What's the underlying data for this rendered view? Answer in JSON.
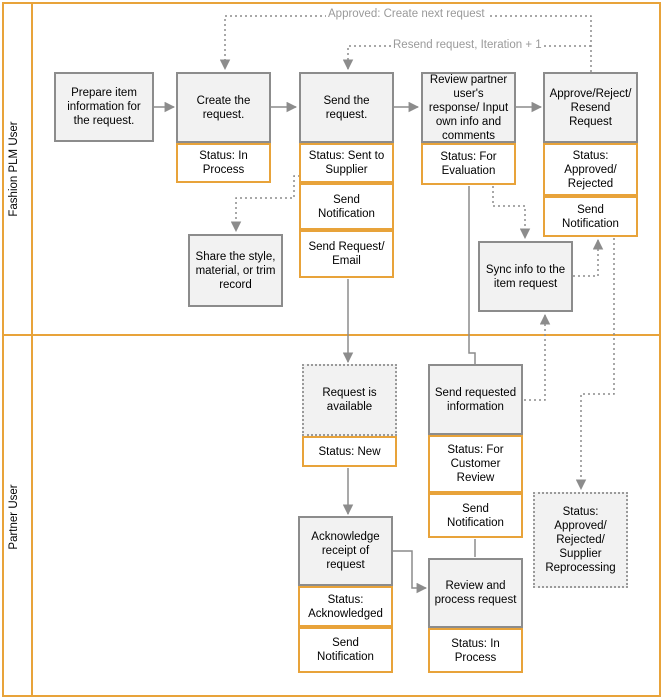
{
  "lanes": {
    "top": "Fashion PLM User",
    "bottom": "Partner User"
  },
  "connectors": {
    "approved": "Approved: Create next request",
    "resend": "Resend request, Iteration + 1"
  },
  "steps": {
    "prepare": "Prepare item information for the request.",
    "create": "Create the request.",
    "create_status": "Status: In Process",
    "send": "Send the request.",
    "send_status": "Status: Sent to Supplier",
    "send_notification": "Send Notification",
    "send_email": "Send Request/ Email",
    "review": "Review partner user's response/ Input own info and comments",
    "review_status": "Status: For Evaluation",
    "approve": "Approve/Reject/ Resend Request",
    "approve_status": "Status: Approved/ Rejected",
    "approve_notification": "Send Notification",
    "share": "Share the style, material, or trim record",
    "sync": "Sync info to the item request",
    "available": "Request is available",
    "available_status": "Status: New",
    "ack": "Acknowledge receipt of request",
    "ack_status": "Status: Acknowledged",
    "ack_notification": "Send Notification",
    "sendinfo": "Send requested information",
    "sendinfo_status": "Status: For Customer Review",
    "sendinfo_notification": "Send Notification",
    "process": "Review and process request",
    "process_status": "Status: In Process",
    "supplier_status": "Status: Approved/ Rejected/ Supplier Reprocessing"
  }
}
